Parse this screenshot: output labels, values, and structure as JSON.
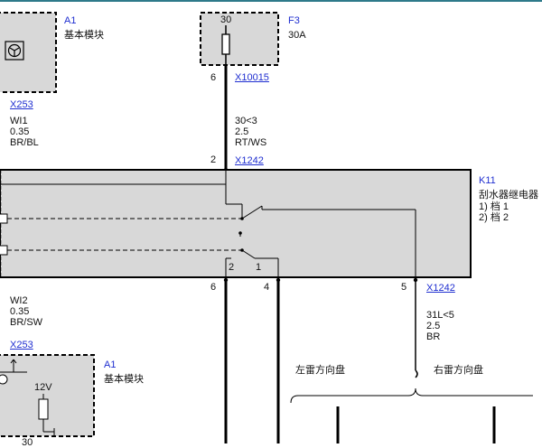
{
  "colors": {
    "accent_rule": "#2e7a8a",
    "component_ref": "#1f2ed0",
    "box_fill": "#d8d8d8",
    "wire": "#000000"
  },
  "components": {
    "a1_top": {
      "ref": "A1",
      "name": "基本模块",
      "icon": "steering-wheel-icon"
    },
    "f3": {
      "ref": "F3",
      "rating": "30A",
      "pin": "30"
    },
    "k11": {
      "ref": "K11",
      "name": "刮水器继电器",
      "legend_1": "1) 档 1",
      "legend_2": "2) 档 2"
    },
    "a1_bottom": {
      "ref": "A1",
      "name": "基本模块",
      "voltage": "12V",
      "pin_partial": "30"
    }
  },
  "connectors": {
    "x253_top": "X253",
    "x10015": "X10015",
    "x1242_top": "X1242",
    "x1242_bottom": "X1242",
    "x253_bottom": "X253"
  },
  "pins": {
    "x10015_pin": "6",
    "x1242_top_pin": "2",
    "k11_pin_left": "6",
    "k11_pin_mid": "4",
    "k11_pin_right": "5",
    "switch_2": "2",
    "switch_1": "1"
  },
  "wires": {
    "wi1": "WI1\n0.35\nBR/BL",
    "w30": "30<3\n2.5\nRT/WS",
    "wi2": "WI2\n0.35\nBR/SW",
    "w31": "31L<5\n2.5\nBR"
  },
  "motors": {
    "left": "左雷方向盘",
    "right": "右雷方向盘"
  }
}
